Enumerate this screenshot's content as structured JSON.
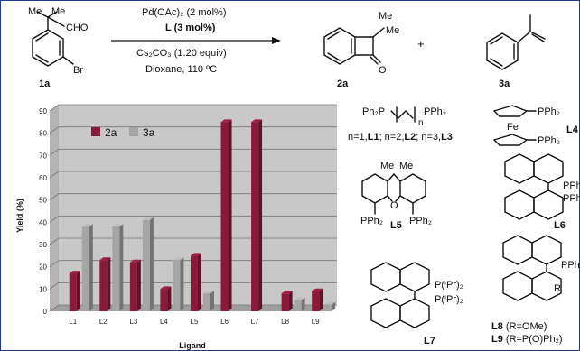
{
  "scheme": {
    "reactant_label": "1a",
    "reactant_me1": "Me",
    "reactant_me2": "Me",
    "reactant_cho": "CHO",
    "reactant_br": "Br",
    "cond_catalyst": "Pd(OAc)₂ (2 mol%)",
    "cond_ligand": "L (3 mol%)",
    "cond_base": "Cs₂CO₃ (1.20 equiv)",
    "cond_solvent": "Dioxane, 110 ºC",
    "product_label": "2a",
    "product_me1": "Me",
    "product_me2": "Me",
    "plus": "+",
    "byproduct_label": "3a"
  },
  "chart_data": {
    "type": "bar",
    "categories": [
      "L1",
      "L2",
      "L3",
      "L4",
      "L5",
      "L6",
      "L7",
      "L8",
      "L9"
    ],
    "series": [
      {
        "name": "2a",
        "values": [
          17,
          23,
          22,
          10,
          25,
          85,
          85,
          8,
          9
        ],
        "color": "#8b1a3a"
      },
      {
        "name": "3a",
        "values": [
          38,
          38,
          41,
          23,
          8,
          0,
          0,
          5,
          3
        ],
        "color": "#a5a5a5"
      }
    ],
    "title": "",
    "xlabel": "Ligand",
    "ylabel": "Yield (%)",
    "ylim": [
      0,
      90
    ],
    "yticks": [
      0,
      10,
      20,
      30,
      40,
      50,
      60,
      70,
      80,
      90
    ],
    "grid": true,
    "legend_position": "top-left",
    "three_d": true,
    "wall_color": "#c8c8c8"
  },
  "ligands": {
    "l123_formula_left": "Ph₂P",
    "l123_formula_right": "PPh₂",
    "l123_n": "n",
    "l123_caption_1": "n=1,",
    "l123_caption_L1": "L1",
    "l123_caption_2": "; n=2,",
    "l123_caption_L2": "L2",
    "l123_caption_3": "; n=3,",
    "l123_caption_L3": "L3",
    "l4_pph2_top": "PPh₂",
    "l4_fe": "Fe",
    "l4_pph2_bottom": "PPh₂",
    "l4_label": "L4",
    "l5_me1": "Me",
    "l5_me2": "Me",
    "l5_o": "O",
    "l5_pph2_left": "PPh₂",
    "l5_pph2_right": "PPh₂",
    "l5_label": "L5",
    "l6_pph_top": "PPh",
    "l6_pph_bottom": "PPh",
    "l6_label": "L6",
    "l7_p_top": "P(ⁱPr)₂",
    "l7_p_bottom": "P(ⁱPr)₂",
    "l7_label": "L7",
    "l89_pph": "PPh",
    "l89_r": "R",
    "l8_label": "L8",
    "l8_def": " (R=OMe)",
    "l9_label": "L9",
    "l9_def": " (R=P(O)Ph₂)"
  }
}
